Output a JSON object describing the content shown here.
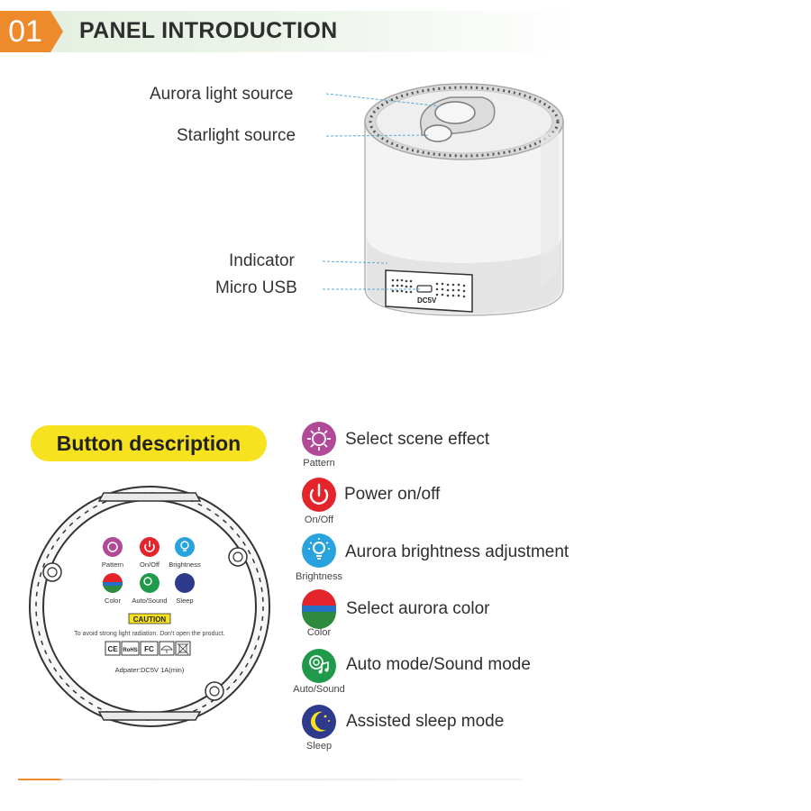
{
  "header": {
    "number": "01",
    "title": "PANEL INTRODUCTION"
  },
  "device_labels": {
    "aurora": "Aurora light source",
    "starlight": "Starlight source",
    "indicator": "Indicator",
    "usb": "Micro USB",
    "port_mark": "DC5V"
  },
  "button_section": {
    "title": "Button description"
  },
  "panel": {
    "icons": [
      {
        "label": "Pattern"
      },
      {
        "label": "On/Off"
      },
      {
        "label": "Brightness"
      },
      {
        "label": "Color"
      },
      {
        "label": "Auto/Sound"
      },
      {
        "label": "Sleep"
      }
    ],
    "caution": "CAUTION",
    "warning": "To avoid strong light radiation. Don't open the product.",
    "certs": [
      "CE",
      "RoHS",
      "FC"
    ],
    "adapter": "Adpater:DC5V 1A(min)"
  },
  "legend": [
    {
      "sub": "Pattern",
      "text": "Select scene effect",
      "icon": "pattern-icon",
      "color": "#b04a97"
    },
    {
      "sub": "On/Off",
      "text": "Power on/off",
      "icon": "power-icon",
      "color": "#e3242b"
    },
    {
      "sub": "Brightness",
      "text": "Aurora brightness adjustment",
      "icon": "bulb-icon",
      "color": "#29a3dd"
    },
    {
      "sub": "Color",
      "text": "Select aurora color",
      "icon": "color-icon",
      "color": "#2e8b3e"
    },
    {
      "sub": "Auto/Sound",
      "text": "Auto mode/Sound mode",
      "icon": "auto-sound-icon",
      "color": "#1f9a4a"
    },
    {
      "sub": "Sleep",
      "text": "Assisted sleep mode",
      "icon": "moon-icon",
      "color": "#2e3a8c"
    }
  ]
}
